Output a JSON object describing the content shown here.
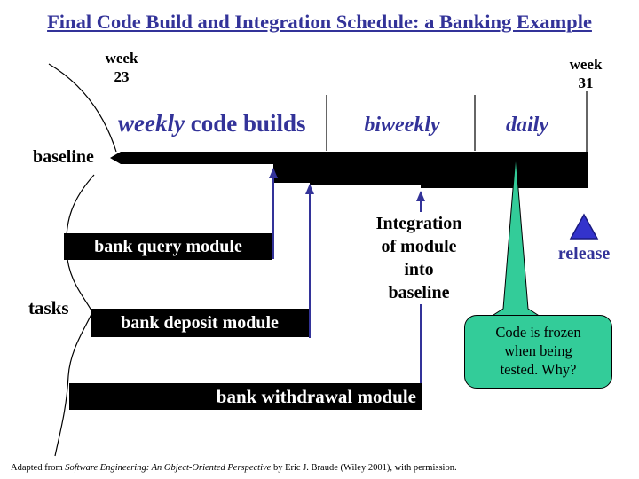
{
  "title": "Final Code Build and Integration Schedule: a Banking Example",
  "timeline": {
    "week_start": "week\n23",
    "week_end": "week\n31",
    "cadence": {
      "weekly_italic": "weekly",
      "weekly_rest": " code builds",
      "biweekly": "biweekly",
      "daily": "daily"
    }
  },
  "baseline_label": "baseline",
  "tasks_label": "tasks",
  "bars": {
    "query": "bank query module",
    "deposit": "bank deposit module",
    "withdrawal": "bank withdrawal module"
  },
  "integration_note": "Integration\nof module\ninto\nbaseline",
  "release_label": "release",
  "callout_text": "Code is frozen\nwhen being\ntested. Why?",
  "footer": {
    "prefix": "Adapted from ",
    "book_italic": "Software Engineering: An Object-Oriented Perspective",
    "suffix": " by Eric J. Braude (Wiley 2001), with permission."
  },
  "icons": {
    "release_marker": "triangle-up",
    "integration_arrows": "arrow-up",
    "callout_pointer": "spike-up"
  },
  "colors": {
    "title_navy": "#333399",
    "cadence_navy": "#333399",
    "arrow_blue": "#333399",
    "release_triangle_blue": "#3333CC",
    "callout_green": "#33CC99",
    "baseline_bar_black": "#000000"
  }
}
